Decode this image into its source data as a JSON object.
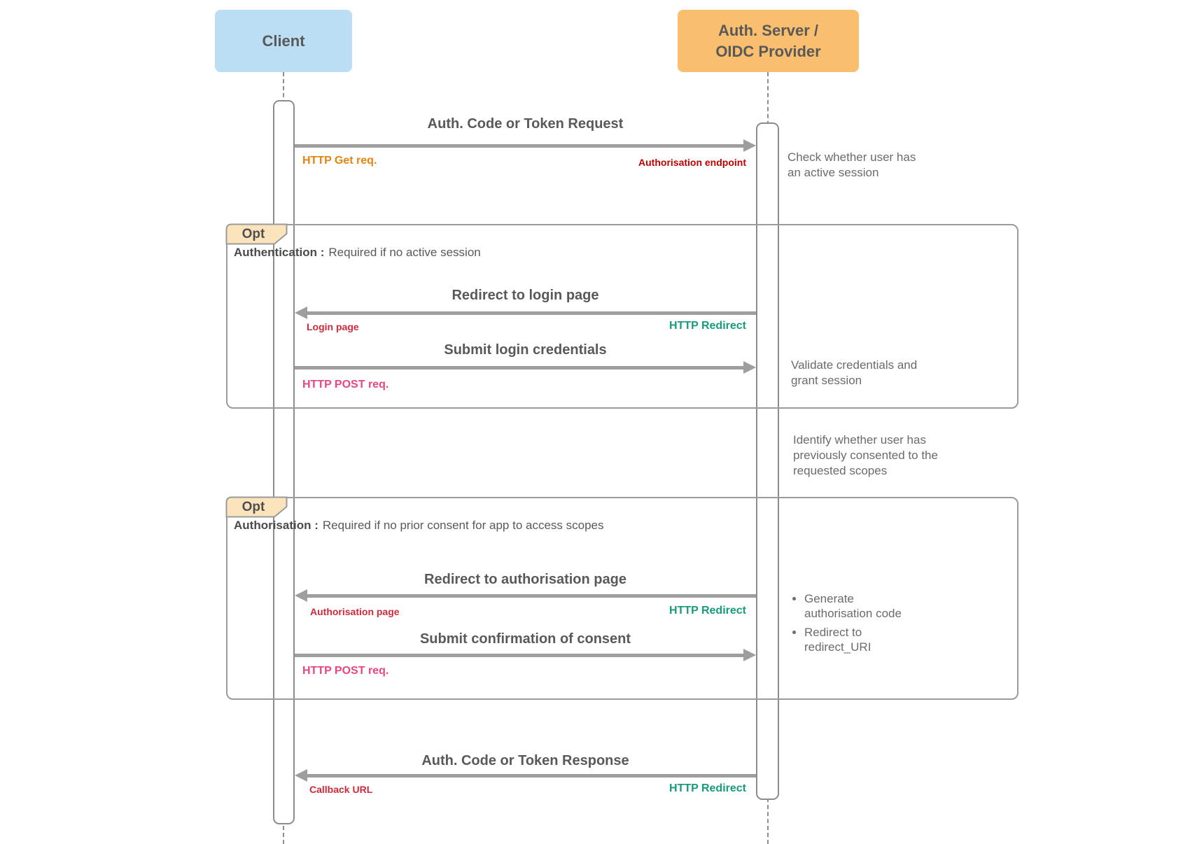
{
  "colors": {
    "client_fill": "#BBDEF5",
    "server_fill": "#F9BE6E",
    "title_text": "#595959",
    "note_text": "#6B6B6B",
    "arrow": "#9E9E9E",
    "fragment_border": "#9B9B9B",
    "fragment_tab_fill": "#FBE4BC",
    "label_orange": "#E8820E",
    "label_dark_red": "#C00000",
    "label_red": "#D02A3A",
    "label_teal": "#169C7C",
    "label_pink": "#E8477E"
  },
  "actors": {
    "client": {
      "label": "Client"
    },
    "server": {
      "label": "Auth. Server /\nOIDC Provider"
    }
  },
  "fragments": [
    {
      "keyword": "Opt",
      "title": "Authentication :",
      "condition": "Required if no active session"
    },
    {
      "keyword": "Opt",
      "title": "Authorisation :",
      "condition": "Required if no prior consent for app to access scopes"
    }
  ],
  "messages": [
    {
      "title": "Auth. Code or Token Request",
      "direction": "right",
      "left_label": "HTTP Get req.",
      "right_label": "Authorisation endpoint"
    },
    {
      "title": "Redirect to login page",
      "direction": "left",
      "left_label": "Login page",
      "right_label": "HTTP Redirect"
    },
    {
      "title": "Submit login credentials",
      "direction": "right",
      "left_label": "HTTP POST req.",
      "right_label": ""
    },
    {
      "title": "Redirect to authorisation page",
      "direction": "left",
      "left_label": "Authorisation page",
      "right_label": "HTTP Redirect"
    },
    {
      "title": "Submit confirmation of consent",
      "direction": "right",
      "left_label": "HTTP POST req.",
      "right_label": ""
    },
    {
      "title": "Auth. Code or Token Response",
      "direction": "left",
      "left_label": "Callback URL",
      "right_label": "HTTP Redirect"
    }
  ],
  "notes": [
    {
      "text": "Check whether user has\nan active session"
    },
    {
      "text": "Validate credentials and\ngrant session"
    },
    {
      "text": "Identify whether user has\npreviously consented to the\nrequested scopes"
    },
    {
      "bullets": [
        "Generate authorisation code",
        "Redirect to redirect_URI"
      ]
    }
  ]
}
